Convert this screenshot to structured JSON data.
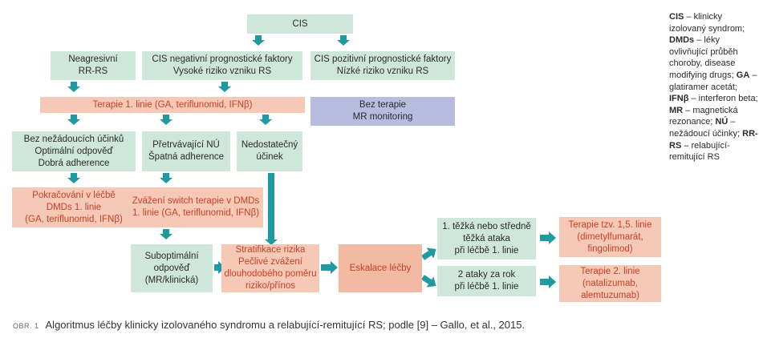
{
  "colors": {
    "green": "#cfe6da",
    "salmon": "#f5c9b5",
    "violet": "#b8bde0",
    "arrow": "#1e9aa0",
    "red_text": "#c8402a"
  },
  "nodes": {
    "cis": [
      "CIS"
    ],
    "neagresivni": [
      "Neagresivní",
      "RR-RS"
    ],
    "cis_neg": [
      "CIS negativní prognostické faktory",
      "Vysoké riziko vzniku RS"
    ],
    "cis_poz": [
      "CIS pozitivní prognostické faktory",
      "Nízké riziko vzniku RS"
    ],
    "terapie1": [
      "Terapie 1. linie (GA, teriflunomid, IFNβ)"
    ],
    "bez_terapie": [
      "Bez terapie",
      "MR monitoring"
    ],
    "bez_nezadoucich": [
      "Bez nežádoucích účinků",
      "Optimální odpověď",
      "Dobrá adherence"
    ],
    "pretrvavajici": [
      "Přetrvávající NÚ",
      "Špatná adherence"
    ],
    "nedostatecny": [
      "Nedostatečný",
      "účinek"
    ],
    "pokracovani": [
      "Pokračování v léčbě",
      "DMDs 1. linie",
      "(GA, teriflunomid, IFNβ)"
    ],
    "zvazeni": [
      "Zvážení switch terapie v DMDs",
      "1. linie (GA, teriflunomid, IFNβ)"
    ],
    "suboptimalni": [
      "Suboptimální",
      "odpověď",
      "(MR/klinická)"
    ],
    "stratifikace": [
      "Stratifikace rizika",
      "Pečlivé zvážení",
      "dlouhodobého poměru",
      "riziko/přínos"
    ],
    "eskalace": [
      "Eskalace léčby"
    ],
    "tezka": [
      "1. těžká nebo středně",
      "těžká ataka",
      "při léčbě 1. linie"
    ],
    "ataky": [
      "2 ataky za rok",
      "při léčbě 1. linie"
    ],
    "terapie15": [
      "Terapie tzv. 1,5. linie",
      "(dimetylfumarát,",
      "fingolimod)"
    ],
    "terapie2": [
      "Terapie 2. linie",
      "(natalizumab,",
      "alemtuzumab)"
    ]
  },
  "legend": [
    {
      "term": "CIS",
      "def": " – klinicky izolovaný syndrom;"
    },
    {
      "term": "DMDs",
      "def": " – léky ovlivňující průběh choroby, disease modifying drugs;"
    },
    {
      "term": "GA",
      "def": " – glatiramer acetát;"
    },
    {
      "term": "IFNβ",
      "def": " – interferon beta;"
    },
    {
      "term": "MR",
      "def": " – magnetická rezonance;"
    },
    {
      "term": "NÚ",
      "def": " – nežádoucí účinky;"
    },
    {
      "term": "RR-RS",
      "def": " – relabující-remitující RS"
    }
  ],
  "caption": {
    "label": "OBR. 1",
    "text": "Algoritmus léčby klinicky izolovaného syndromu a relabující-remitující RS; podle [9] – Gallo, et al., 2015."
  }
}
